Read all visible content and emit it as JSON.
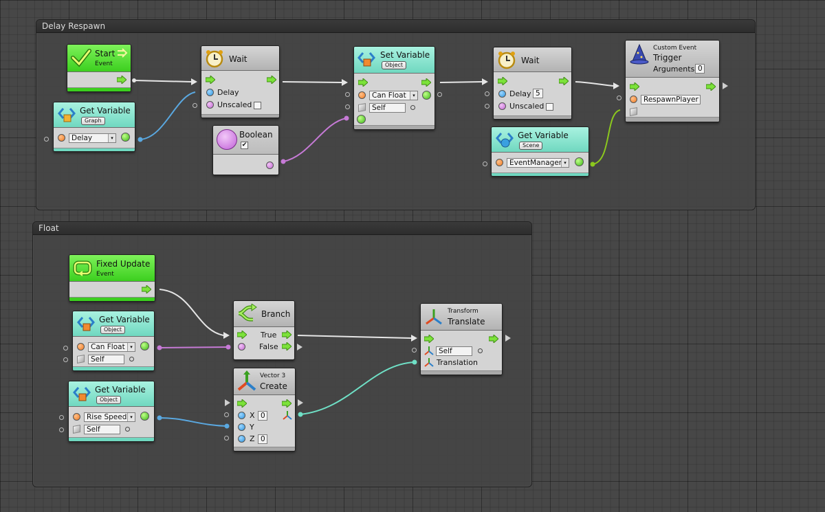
{
  "groups": {
    "delay_respawn": {
      "title": "Delay Respawn"
    },
    "float": {
      "title": "Float"
    }
  },
  "nodes": {
    "start": {
      "title": "Start",
      "subtitle": "Event"
    },
    "get_delay": {
      "title": "Get Variable",
      "scope": "Graph",
      "variable": "Delay"
    },
    "wait1": {
      "title": "Wait",
      "delay_label": "Delay",
      "unscaled_label": "Unscaled"
    },
    "boolean": {
      "title": "Boolean",
      "checked": "✔"
    },
    "set_variable": {
      "title": "Set Variable",
      "scope": "Object",
      "variable": "Can Float",
      "target": "Self"
    },
    "wait2": {
      "title": "Wait",
      "delay_label": "Delay",
      "delay_value": "5",
      "unscaled_label": "Unscaled"
    },
    "get_eventmanager": {
      "title": "Get Variable",
      "scope": "Scene",
      "variable": "EventManager"
    },
    "custom_event": {
      "category": "Custom Event",
      "title": "Trigger",
      "arguments_label": "Arguments",
      "arguments_value": "0",
      "event_name": "RespawnPlayer"
    },
    "fixed_update": {
      "title": "Fixed Update",
      "subtitle": "Event"
    },
    "get_canfloat": {
      "title": "Get Variable",
      "scope": "Object",
      "variable": "Can Float",
      "target": "Self"
    },
    "get_risespeed": {
      "title": "Get Variable",
      "scope": "Object",
      "variable": "Rise Speed",
      "target": "Self"
    },
    "branch": {
      "title": "Branch",
      "true_label": "True",
      "false_label": "False"
    },
    "vector3": {
      "category": "Vector 3",
      "title": "Create",
      "x_label": "X",
      "x_value": "0",
      "y_label": "Y",
      "z_label": "Z",
      "z_value": "0"
    },
    "translate": {
      "category": "Transform",
      "title": "Translate",
      "target": "Self",
      "translation_label": "Translation"
    }
  },
  "colors": {
    "event_header": "#3ccf1f",
    "variable_header": "#70d8c0",
    "action_header": "#b3b3b3",
    "wire_control": "#e6e6e6",
    "wire_bool": "#c67ad6",
    "wire_float": "#5aa8e0",
    "wire_vector": "#6fe0c6",
    "wire_event": "#8cc81e"
  },
  "icons": [
    "check-icon",
    "flow-arrow-icon",
    "variable-icon",
    "clock-icon",
    "custom-event-icon",
    "loop-icon",
    "branch-icon",
    "axes-icon"
  ]
}
